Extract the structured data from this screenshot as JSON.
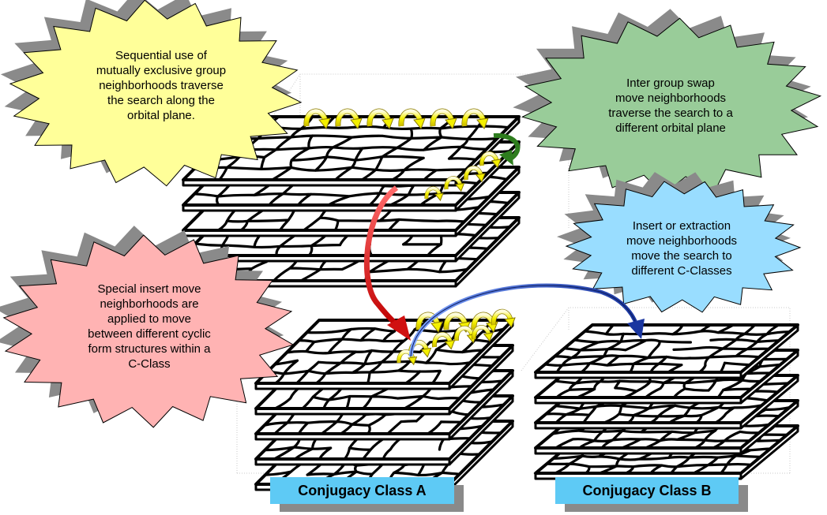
{
  "callouts": {
    "sequential": {
      "text": "Sequential use of\nmutually exclusive group\nneighborhoods traverse\nthe search along the\norbital plane.",
      "fill": "#ffff99"
    },
    "inter_group": {
      "text": "Inter group swap\nmove neighborhoods\ntraverse the search to a\ndifferent orbital plane",
      "fill": "#99cc99"
    },
    "insert_extraction": {
      "text": "Insert or extraction\nmove neighborhoods\nmove the search to\ndifferent C-Classes",
      "fill": "#99ddff"
    },
    "special_insert": {
      "text": "Special insert move\nneighborhoods are\napplied to move\nbetween different cyclic\nform structures within a\nC-Class",
      "fill": "#ffb3b3"
    }
  },
  "labels": {
    "class_a": "Conjugacy Class A",
    "class_b": "Conjugacy Class B"
  },
  "colors": {
    "label_fill": "#5ecaf5",
    "shadow": "#8a8a8a",
    "arc_yellow": "#f4f000",
    "arc_green": "#2e7d1e",
    "arrow_red": "#e11b1b",
    "arrow_blue": "#1f3fa8"
  }
}
